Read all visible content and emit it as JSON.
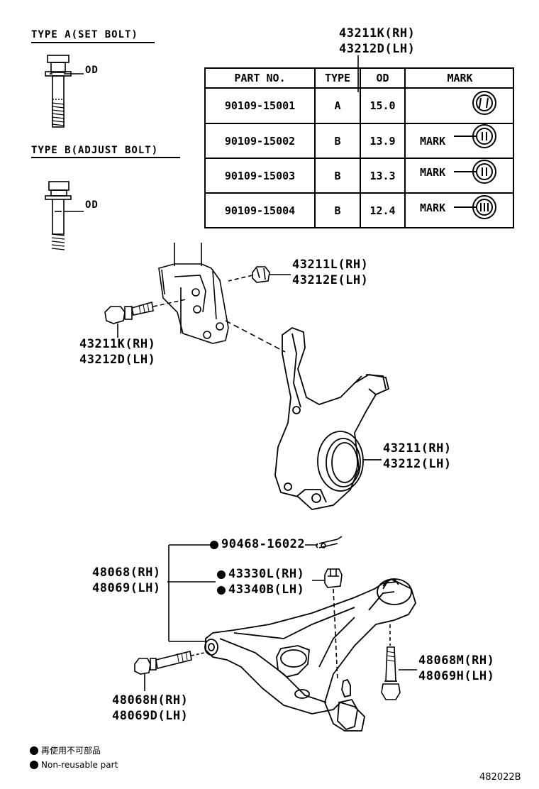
{
  "bolt_types": {
    "type_a": "TYPE A(SET BOLT)",
    "type_b": "TYPE B(ADJUST BOLT)",
    "od_a": "OD",
    "od_b": "OD"
  },
  "table_title": {
    "rh": "43211K(RH)",
    "lh": "43212D(LH)"
  },
  "table": {
    "headers": [
      "PART NO.",
      "TYPE",
      "OD",
      "MARK"
    ],
    "rows": [
      {
        "part_no": "90109-15001",
        "type": "A",
        "od": "15.0",
        "mark": ""
      },
      {
        "part_no": "90109-15002",
        "type": "B",
        "od": "13.9",
        "mark": "MARK"
      },
      {
        "part_no": "90109-15003",
        "type": "B",
        "od": "13.3",
        "mark": "MARK"
      },
      {
        "part_no": "90109-15004",
        "type": "B",
        "od": "12.4",
        "mark": "MARK"
      }
    ]
  },
  "callouts": {
    "nut_top": {
      "rh": "43211L(RH)",
      "lh": "43212E(LH)"
    },
    "bolt_left": {
      "rh": "43211K(RH)",
      "lh": "43212D(LH)"
    },
    "knuckle": {
      "rh": "43211(RH)",
      "lh": "43212(LH)"
    },
    "pin": "90468-16022",
    "arm": {
      "rh": "48068(RH)",
      "lh": "48069(LH)"
    },
    "ball_nut": {
      "rh": "43330L(RH)",
      "lh": "43340B(LH)"
    },
    "bolt_right": {
      "rh": "48068M(RH)",
      "lh": "48069H(LH)"
    },
    "bolt_bottom": {
      "rh": "48068H(RH)",
      "lh": "48069D(LH)"
    }
  },
  "legend": {
    "jp": "再使用不可部品",
    "en": "Non-reusable part"
  },
  "figure_id": "482022B"
}
